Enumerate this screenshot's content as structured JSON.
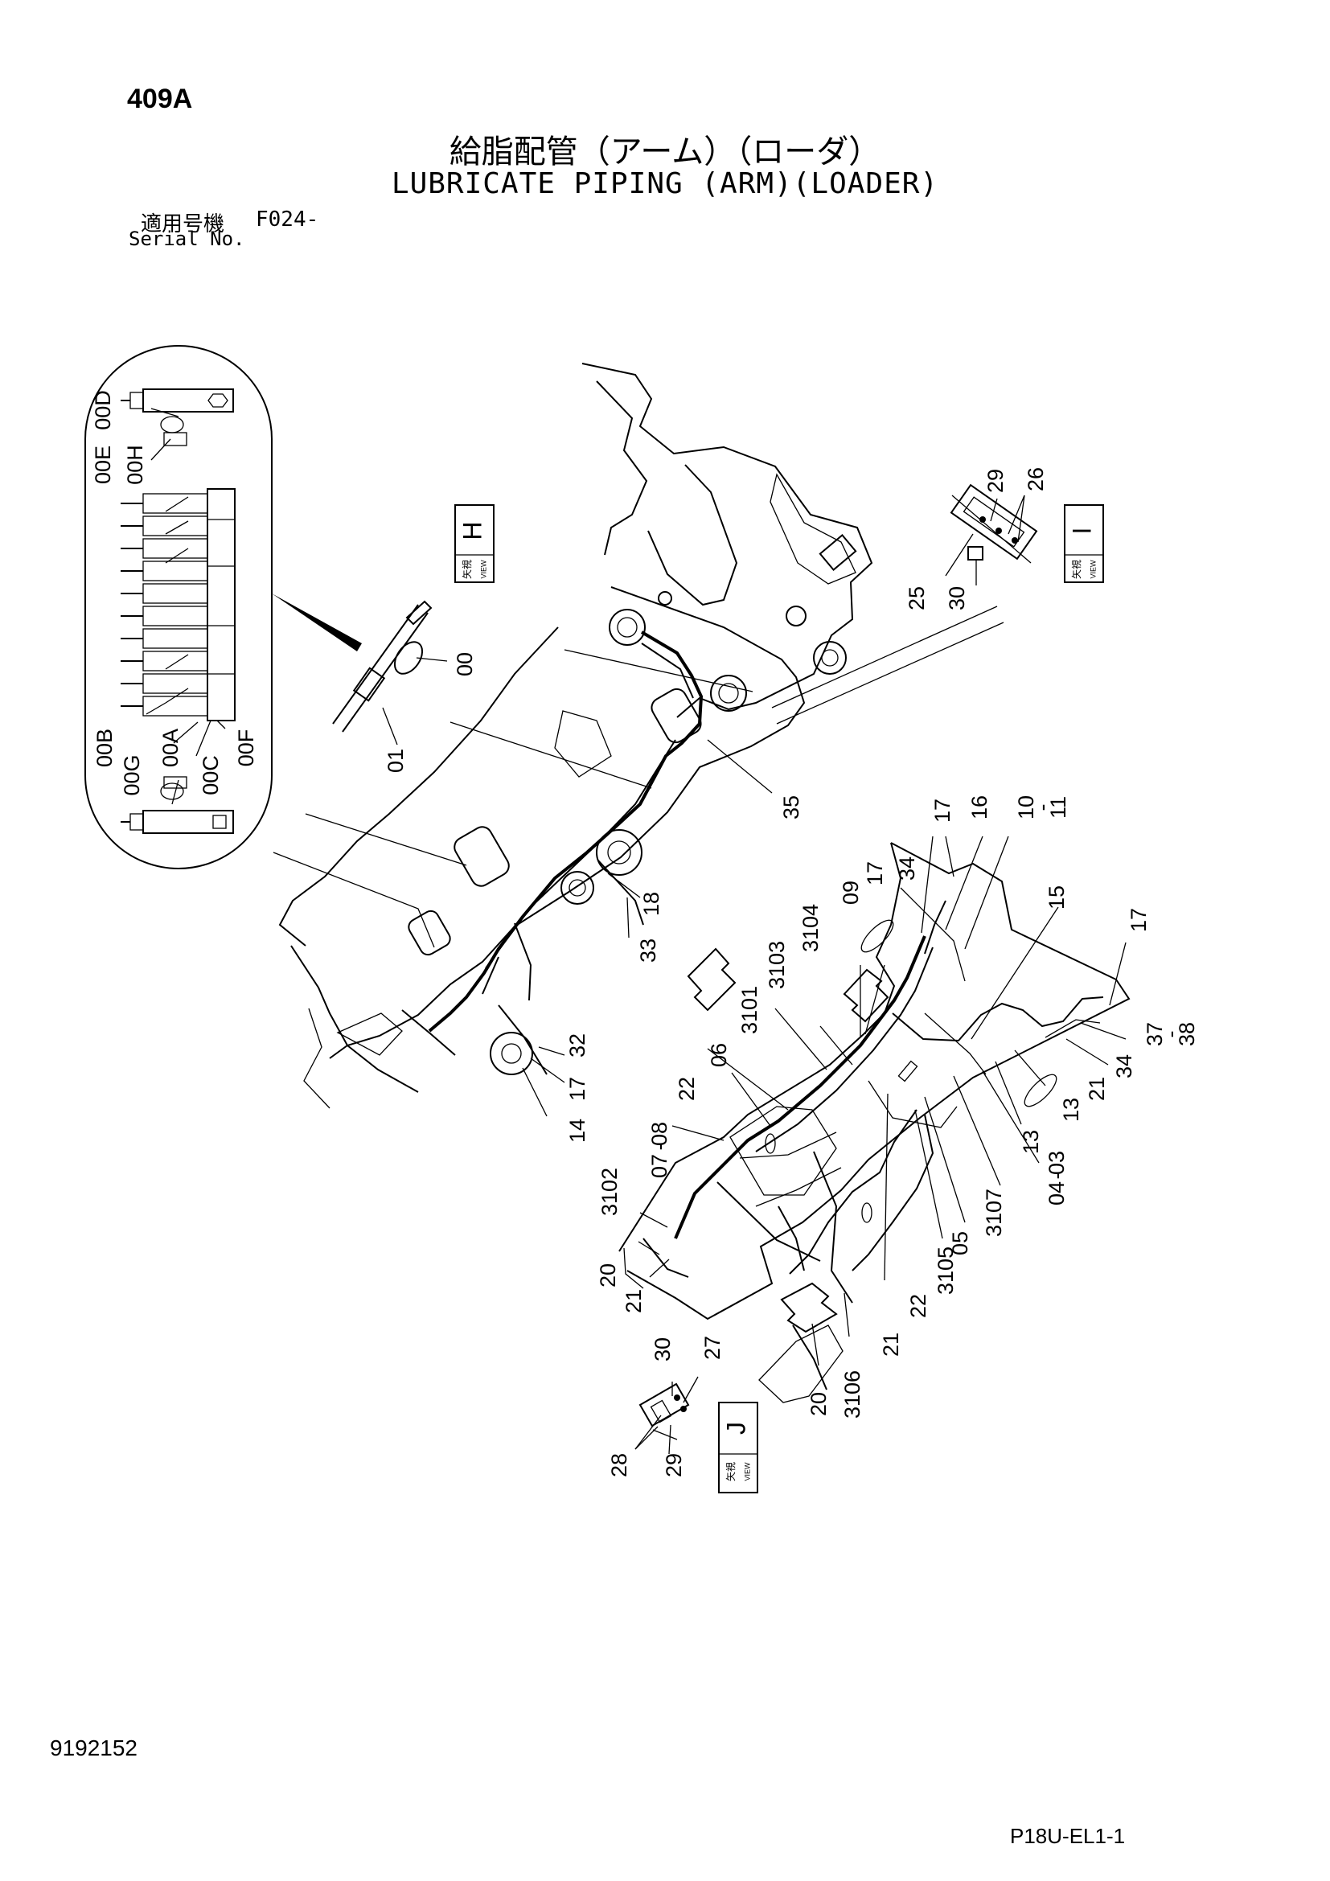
{
  "header": {
    "page_number": "409A",
    "title_jp": "給脂配管（アーム）（ローダ）",
    "title_en": "LUBRICATE PIPING (ARM)(LOADER)",
    "serial_label_jp": "適用号機",
    "serial_value": "F024-",
    "serial_label_en": "Serial No."
  },
  "footer": {
    "drawing_id": "9192152",
    "sheet_code": "P18U-EL1-1"
  },
  "views": {
    "H": {
      "kanji": "矢視",
      "en": "VIEW",
      "letter": "H"
    },
    "I": {
      "kanji": "矢視",
      "en": "VIEW",
      "letter": "I"
    },
    "J": {
      "kanji": "矢視",
      "en": "VIEW",
      "letter": "J"
    }
  },
  "callouts": {
    "inset": [
      "00D",
      "00E",
      "00H",
      "00B",
      "00G",
      "00A",
      "00C",
      "00F"
    ],
    "detail_h": [
      "00",
      "01"
    ],
    "detail_i": [
      "29",
      "26",
      "25",
      "30"
    ],
    "detail_j": [
      "30",
      "27",
      "28",
      "29"
    ],
    "main": [
      "35",
      "18",
      "33",
      "32",
      "17",
      "14",
      "17",
      "16",
      "10",
      "-",
      "11",
      "34",
      "17",
      "09",
      "3104",
      "3103",
      "3101",
      "06",
      "22",
      "08",
      "-",
      "07",
      "3102",
      "20",
      "21",
      "15",
      "17",
      "37",
      "-",
      "38",
      "34",
      "21",
      "13",
      "13",
      "03",
      "-",
      "04",
      "3107",
      "05",
      "3105",
      "22",
      "21",
      "3106",
      "20"
    ]
  }
}
